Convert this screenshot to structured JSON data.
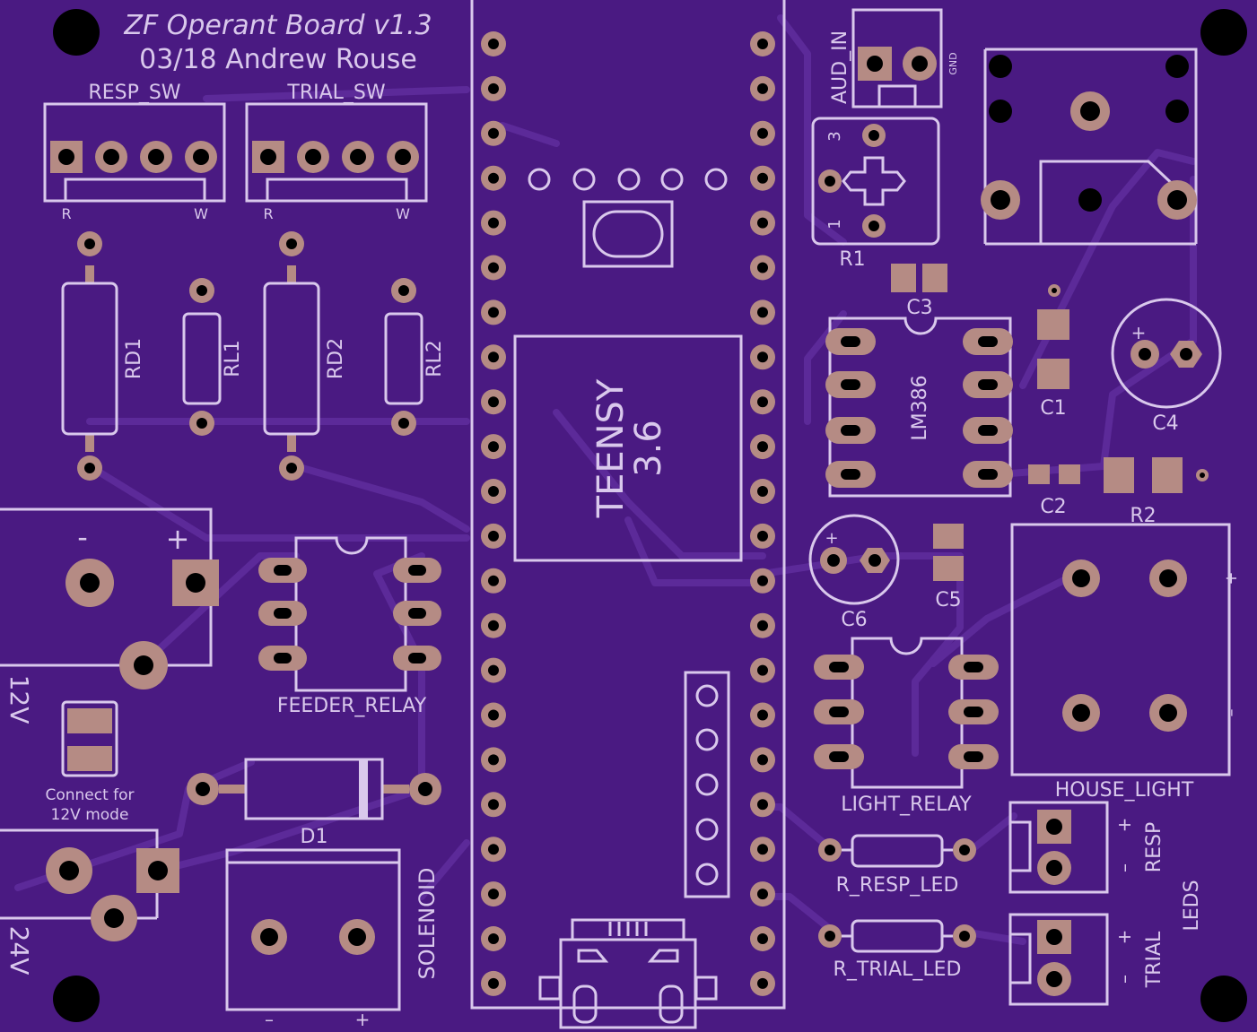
{
  "title": "ZF Operant Board v1.3",
  "subtitle": "03/18 Andrew Rouse",
  "labels": {
    "resp_sw": "RESP_SW",
    "trial_sw": "TRIAL_SW",
    "r": "R",
    "w": "W",
    "rd1": "RD1",
    "rl1": "RL1",
    "rd2": "RD2",
    "rl2": "RL2",
    "minus": "-",
    "plus": "+",
    "v12": "12V",
    "v24": "24V",
    "connect_note_1": "Connect for",
    "connect_note_2": "12V mode",
    "feeder_relay": "FEEDER_RELAY",
    "d1": "D1",
    "solenoid": "SOLENOID",
    "sol_minus": "–",
    "sol_plus": "+",
    "teensy": "TEENSY",
    "teensy_ver": "3.6",
    "aud_in": "AUD_IN",
    "gnd": "GND",
    "r1": "R1",
    "r1_1": "1",
    "r1_3": "3",
    "c1": "C1",
    "c2": "C2",
    "c3": "C3",
    "c4": "C4",
    "c5": "C5",
    "c6": "C6",
    "r2": "R2",
    "lm386": "LM386",
    "light_relay": "LIGHT_RELAY",
    "house_light": "HOUSE_LIGHT",
    "hl_plus": "+",
    "hl_minus": "–",
    "r_resp_led": "R_RESP_LED",
    "r_trial_led": "R_TRIAL_LED",
    "resp": "RESP",
    "trial": "TRIAL",
    "leds": "LEDS",
    "led_plus": "+",
    "led_minus": "–"
  },
  "colors": {
    "board": "#4a1a82",
    "silkscreen": "#d9c8ec",
    "pad": "#b58b84",
    "trace": "#5c2a99"
  }
}
